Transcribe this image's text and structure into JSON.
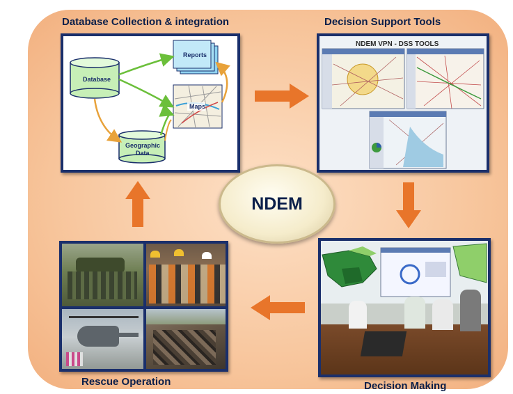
{
  "titles": {
    "db_collection": "Database Collection & integration",
    "decision_support": "Decision Support Tools",
    "rescue": "Rescue Operation",
    "decision_making": "Decision Making"
  },
  "center": {
    "label": "NDEM"
  },
  "db_diagram": {
    "database": "Database",
    "reports": "Reports",
    "maps": "Maps",
    "geographic_line1": "Geographic",
    "geographic_line2": "Data"
  },
  "dss": {
    "header": "NDEM VPN -  DSS TOOLS"
  },
  "colors": {
    "arrow": "#e8752a",
    "frame": "#1a2f6b",
    "title": "#0b1f4a"
  }
}
